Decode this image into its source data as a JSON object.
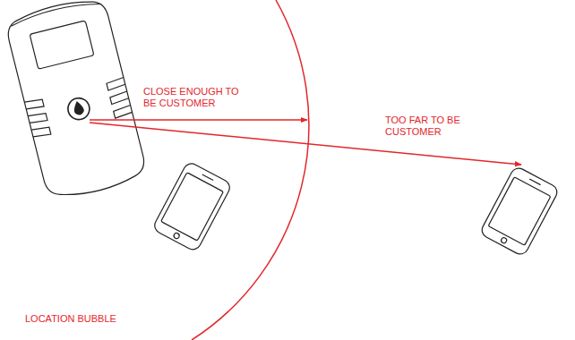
{
  "diagram": {
    "labels": [
      "CLOSE ENOUGH TO BE CUSTOMER",
      "TOO FAR TO BE CUSTOMER",
      "LOCATION BUBBLE"
    ]
  }
}
